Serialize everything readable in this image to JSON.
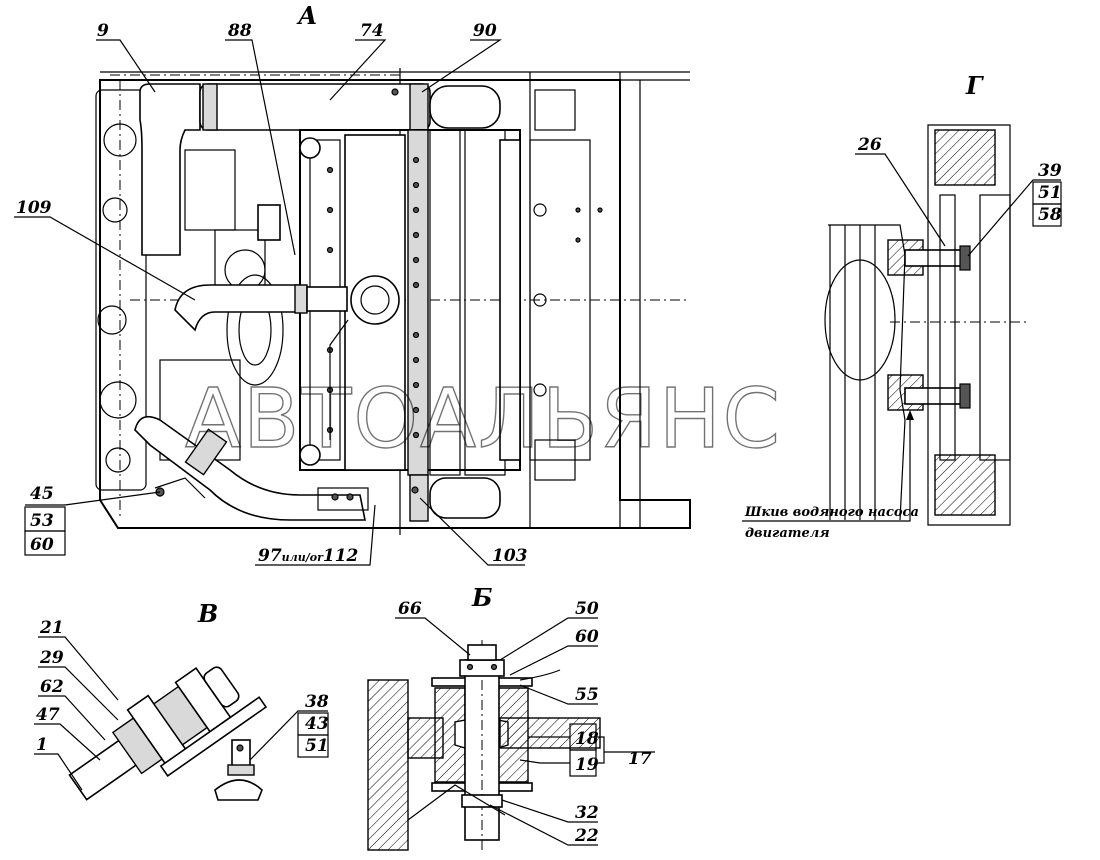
{
  "views": {
    "a": "А",
    "b": "Б",
    "v": "В",
    "g": "Г"
  },
  "callouts_a": {
    "c9": "9",
    "c88": "88",
    "c74": "74",
    "c90": "90",
    "c109": "109",
    "c45": "45",
    "c53": "53",
    "c60": "60",
    "c97_num": "97",
    "c97_sep": "или/or",
    "c97_alt": "112",
    "c103": "103"
  },
  "callouts_g": {
    "c26": "26",
    "c39": "39",
    "c51": "51",
    "c58": "58",
    "note_line1": "Шкив водяного насоса",
    "note_line2": "двигателя"
  },
  "callouts_v": {
    "c21": "21",
    "c29": "29",
    "c62": "62",
    "c47": "47",
    "c1": "1",
    "c38": "38",
    "c43": "43",
    "c51": "51"
  },
  "callouts_b": {
    "c66": "66",
    "c50": "50",
    "c60": "60",
    "c55": "55",
    "c18": "18",
    "c19": "19",
    "c17": "17",
    "c32": "32",
    "c22": "22"
  },
  "watermark": "АВТОАЛЬЯНС"
}
